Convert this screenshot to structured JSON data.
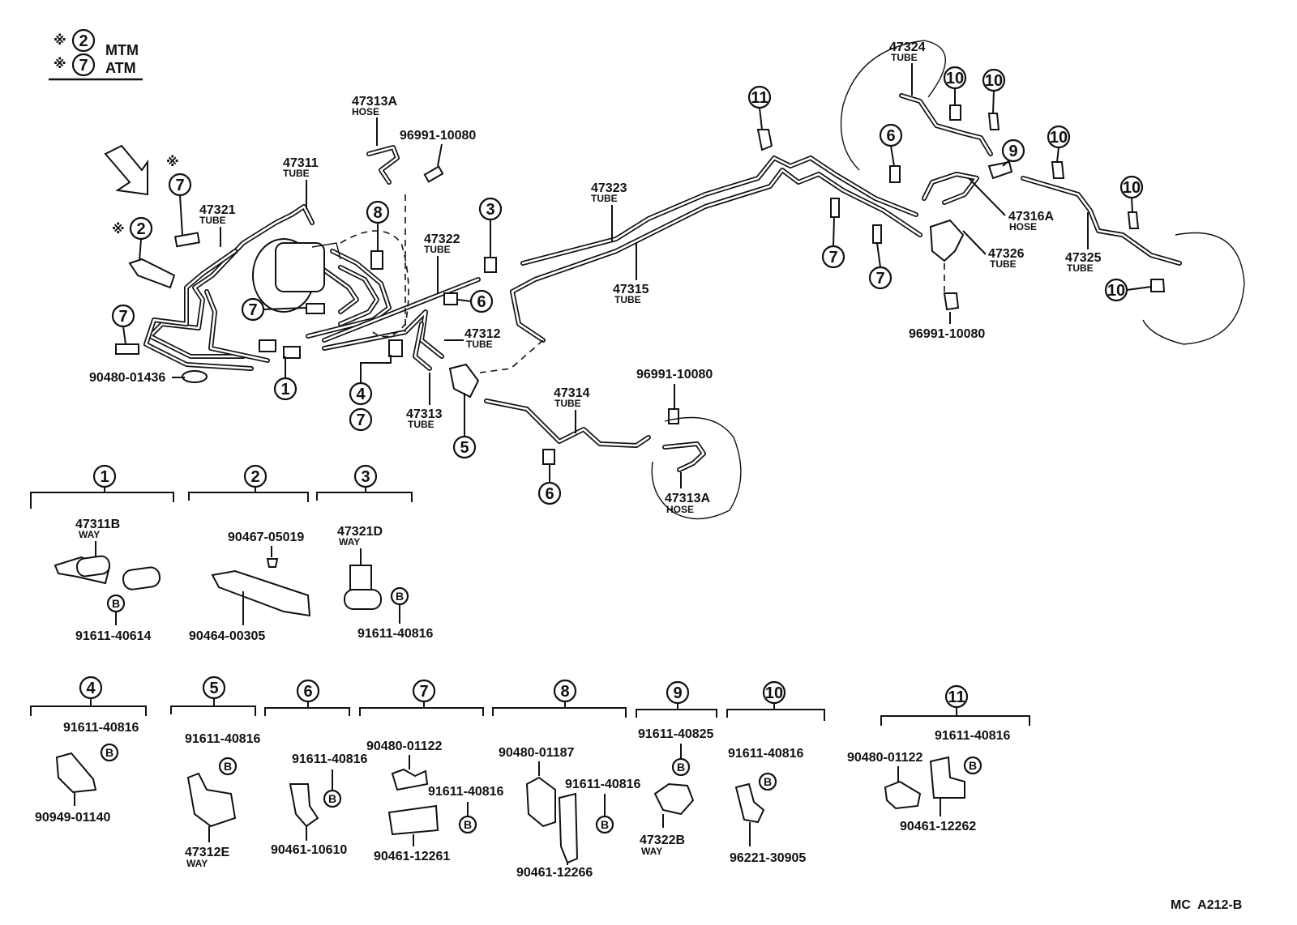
{
  "legend": {
    "row1": {
      "mark": "※",
      "num": "2",
      "label": "MTM"
    },
    "row2": {
      "mark": "※",
      "num": "7",
      "label": "ATM"
    }
  },
  "star_mark": "※",
  "b_mark": "B",
  "parts": {
    "p47313A_top": {
      "code": "47313A",
      "type": "HOSE"
    },
    "p96991_top": {
      "code": "96991-10080"
    },
    "p47311": {
      "code": "47311",
      "type": "TUBE"
    },
    "p47321": {
      "code": "47321",
      "type": "TUBE"
    },
    "p47322": {
      "code": "47322",
      "type": "TUBE"
    },
    "p47323": {
      "code": "47323",
      "type": "TUBE"
    },
    "p47315": {
      "code": "47315",
      "type": "TUBE"
    },
    "p47312": {
      "code": "47312",
      "type": "TUBE"
    },
    "p47313": {
      "code": "47313",
      "type": "TUBE"
    },
    "p47314": {
      "code": "47314",
      "type": "TUBE"
    },
    "p96991_mid": {
      "code": "96991-10080"
    },
    "p47313A_bot": {
      "code": "47313A",
      "type": "HOSE"
    },
    "p90480_01436": {
      "code": "90480-01436"
    },
    "p47324": {
      "code": "47324",
      "type": "TUBE"
    },
    "p47316A": {
      "code": "47316A",
      "type": "HOSE"
    },
    "p47326": {
      "code": "47326",
      "type": "TUBE"
    },
    "p47325": {
      "code": "47325",
      "type": "TUBE"
    },
    "p96991_right": {
      "code": "96991-10080"
    }
  },
  "callouts": [
    "1",
    "2",
    "3",
    "4",
    "5",
    "6",
    "7",
    "8",
    "9",
    "10",
    "11"
  ],
  "groups": {
    "g1": {
      "num": "1",
      "items": {
        "way": "47311B",
        "way_type": "WAY",
        "bolt": "91611-40614"
      }
    },
    "g2": {
      "num": "2",
      "items": {
        "bolt": "90467-05019",
        "bracket": "90464-00305"
      }
    },
    "g3": {
      "num": "3",
      "items": {
        "way": "47321D",
        "way_type": "WAY",
        "bolt": "91611-40816"
      }
    },
    "g4": {
      "num": "4",
      "items": {
        "bolt": "91611-40816",
        "clamp": "90949-01140"
      }
    },
    "g5": {
      "num": "5",
      "items": {
        "bolt": "91611-40816",
        "way": "47312E",
        "way_type": "WAY"
      }
    },
    "g6": {
      "num": "6",
      "items": {
        "bolt": "91611-40816",
        "clamp": "90461-10610"
      }
    },
    "g7": {
      "num": "7",
      "items": {
        "grommet": "90480-01122",
        "bolt": "91611-40816",
        "clamp": "90461-12261"
      }
    },
    "g8": {
      "num": "8",
      "items": {
        "grommet": "90480-01187",
        "bolt": "91611-40816",
        "clamp": "90461-12266"
      }
    },
    "g9": {
      "num": "9",
      "items": {
        "bolt": "91611-40825",
        "way": "47322B",
        "way_type": "WAY"
      }
    },
    "g10": {
      "num": "10",
      "items": {
        "bolt": "91611-40816",
        "clamp": "96221-30905"
      }
    },
    "g11": {
      "num": "11",
      "items": {
        "grommet": "90480-01122",
        "bolt": "91611-40816",
        "clamp": "90461-12262"
      }
    }
  },
  "drawing_id": "MC  A212-B"
}
